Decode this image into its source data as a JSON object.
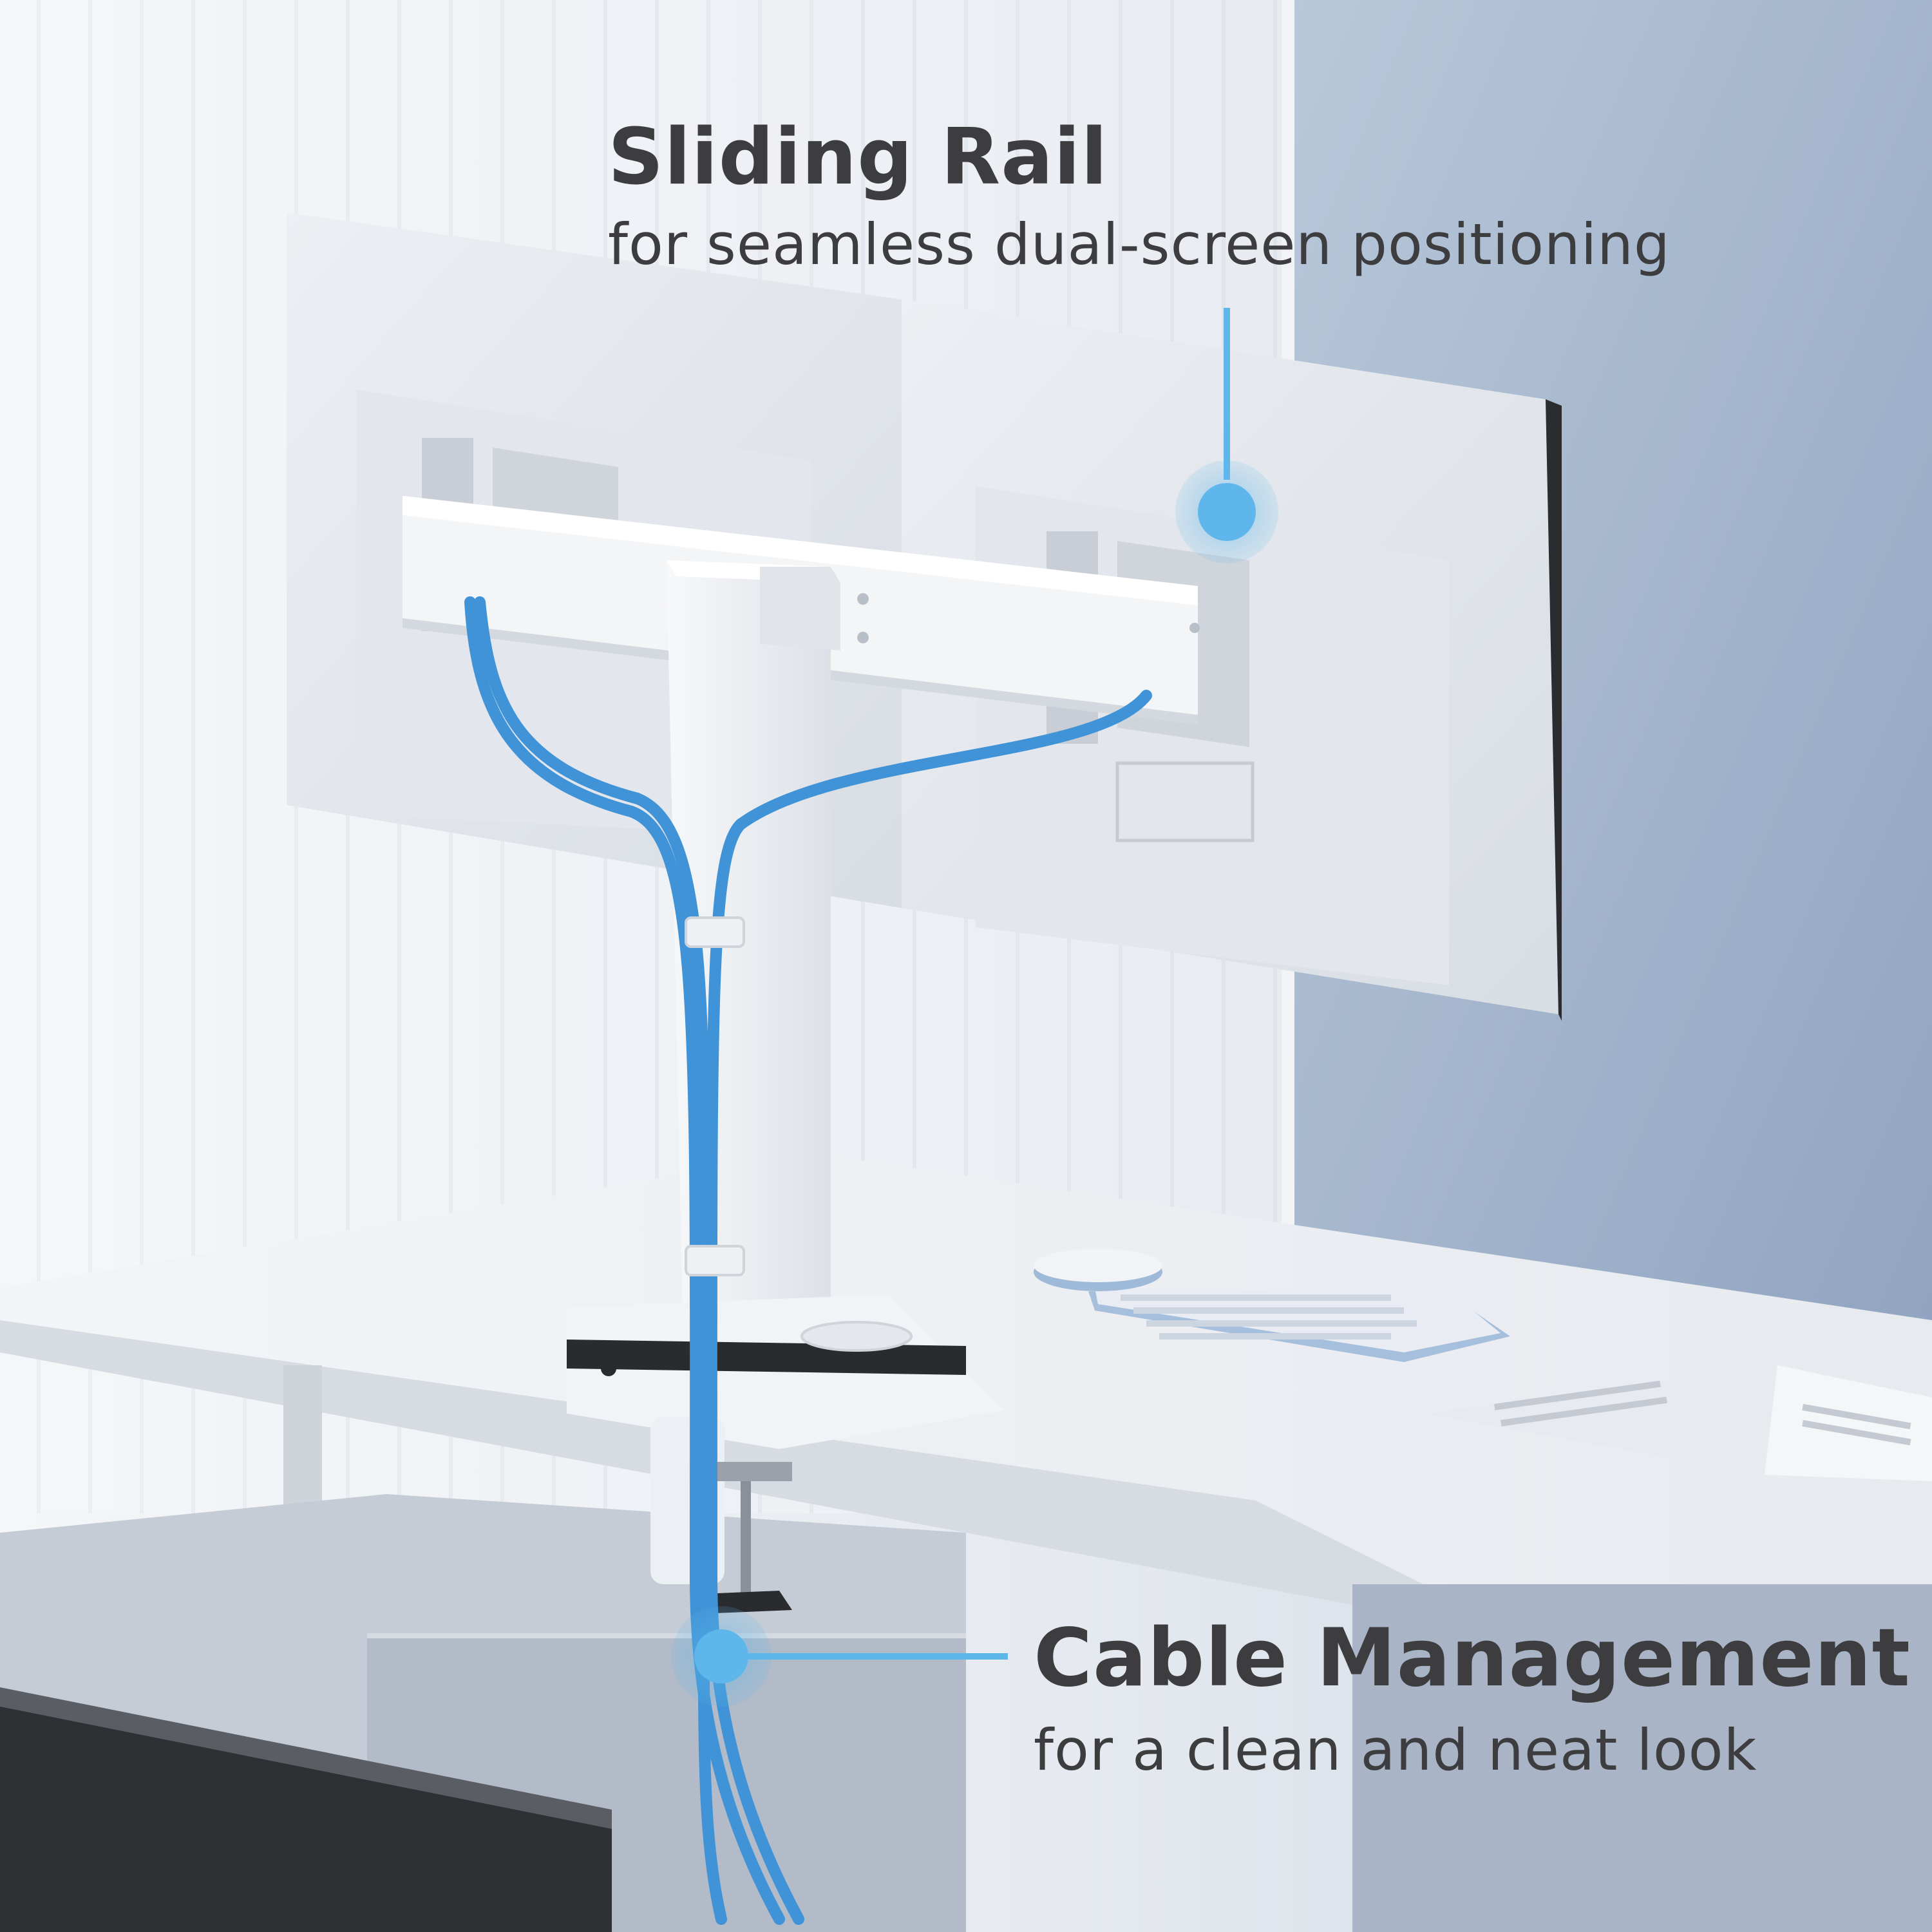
{
  "callouts": {
    "sliding_rail": {
      "title": "Sliding Rail",
      "subtitle": "for seamless dual-screen positioning"
    },
    "cable_management": {
      "title": "Cable Management",
      "subtitle": "for a clean and neat look"
    }
  },
  "colors": {
    "accent_blue": "#5fb6ea",
    "cable_blue": "#3f93d6",
    "text_dark": "#3d3d3f",
    "background_light": "#e8ecf1",
    "window_blue": "#9aaec8",
    "desk_white": "#eef0f3"
  }
}
